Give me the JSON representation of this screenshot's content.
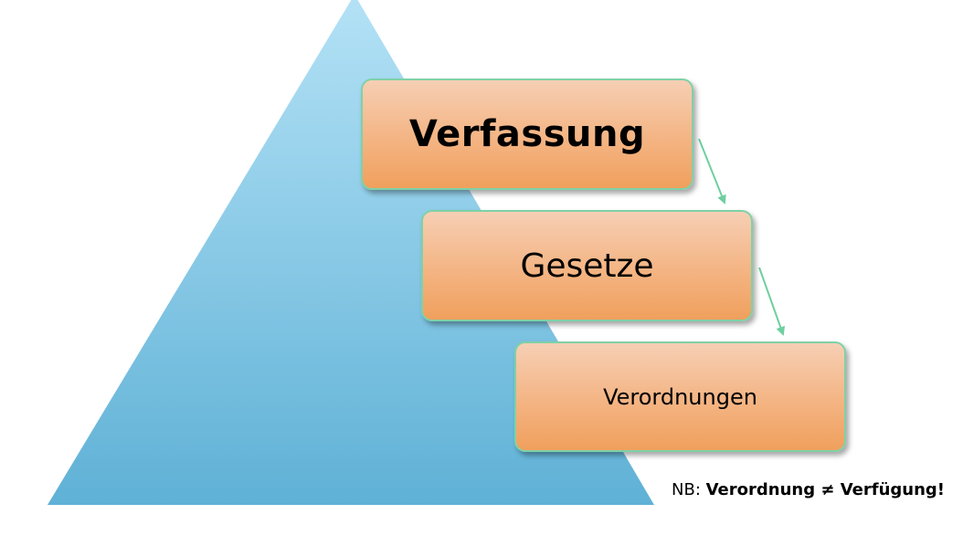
{
  "diagram": {
    "levels": [
      {
        "label": "Verfassung"
      },
      {
        "label": "Gesetze"
      },
      {
        "label": "Verordnungen"
      }
    ],
    "note": {
      "prefix": "NB: ",
      "emphasis": "Verordnung ≠ Verfügung!"
    }
  },
  "colors": {
    "pyramid_top": "#b4e2f6",
    "pyramid_bottom": "#5fb1d6",
    "box_fill": "#f4b483",
    "box_border": "#7fd1a6",
    "arrow": "#6fcf9f"
  }
}
